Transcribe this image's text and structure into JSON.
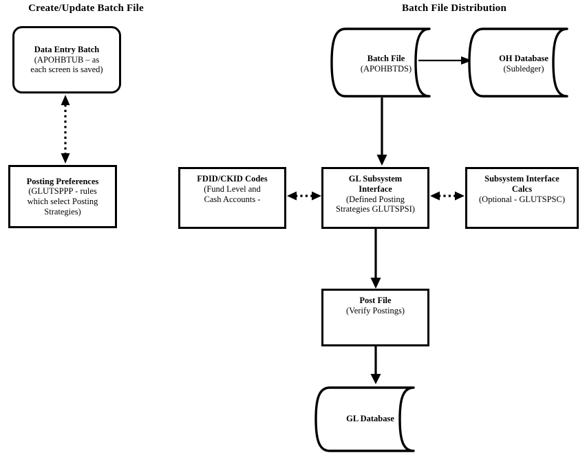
{
  "diagram": {
    "title_left": "Create/Update Batch File",
    "title_right": "Batch File Distribution",
    "stroke_color": "#000000",
    "background_color": "#ffffff"
  },
  "nodes": {
    "data_entry_batch": {
      "shape": "rounded-rectangle",
      "title": "Data Entry Batch",
      "line2": "(APOHBTUB – as",
      "line3": "each screen is saved)"
    },
    "posting_preferences": {
      "shape": "rectangle",
      "title": "Posting Preferences",
      "line2": "(GLUTSPPP - rules",
      "line3": "which select Posting",
      "line4": "Strategies)"
    },
    "batch_file": {
      "shape": "cylinder",
      "title": "Batch File",
      "line2": "(APOHBTDS)"
    },
    "oh_database": {
      "shape": "cylinder",
      "title": "OH Database",
      "line2": "(Subledger)"
    },
    "fdid_ckid_codes": {
      "shape": "rectangle",
      "title": "FDID/CKID Codes",
      "line2": "(Fund Level and",
      "line3": "Cash Accounts -"
    },
    "gl_subsystem_interface": {
      "shape": "rectangle",
      "title_line1": "GL Subsystem",
      "title_line2": "Interface",
      "line3": "(Defined Posting",
      "line4": "Strategies GLUTSPSI)"
    },
    "subsystem_interface_calcs": {
      "shape": "rectangle",
      "title_line1": "Subsystem Interface",
      "title_line2": "Calcs",
      "line3": "(Optional - GLUTSPSC)"
    },
    "post_file": {
      "shape": "rectangle",
      "title": "Post File",
      "line2": "(Verify Postings)"
    },
    "gl_database": {
      "shape": "cylinder",
      "title": "GL Database"
    }
  },
  "connectors": {
    "data_entry_to_posting_prefs": {
      "style": "dotted",
      "heads": "both",
      "orientation": "vertical"
    },
    "batch_file_to_oh_database": {
      "style": "solid",
      "heads": "end",
      "orientation": "horizontal"
    },
    "batch_file_to_gl_interface": {
      "style": "solid",
      "heads": "end",
      "orientation": "vertical"
    },
    "fdid_to_gl_interface": {
      "style": "dotted",
      "heads": "both",
      "orientation": "horizontal"
    },
    "gl_interface_to_calcs": {
      "style": "dotted",
      "heads": "both",
      "orientation": "horizontal"
    },
    "gl_interface_to_post_file": {
      "style": "solid",
      "heads": "end",
      "orientation": "vertical"
    },
    "post_file_to_gl_database": {
      "style": "solid",
      "heads": "end",
      "orientation": "vertical"
    }
  }
}
